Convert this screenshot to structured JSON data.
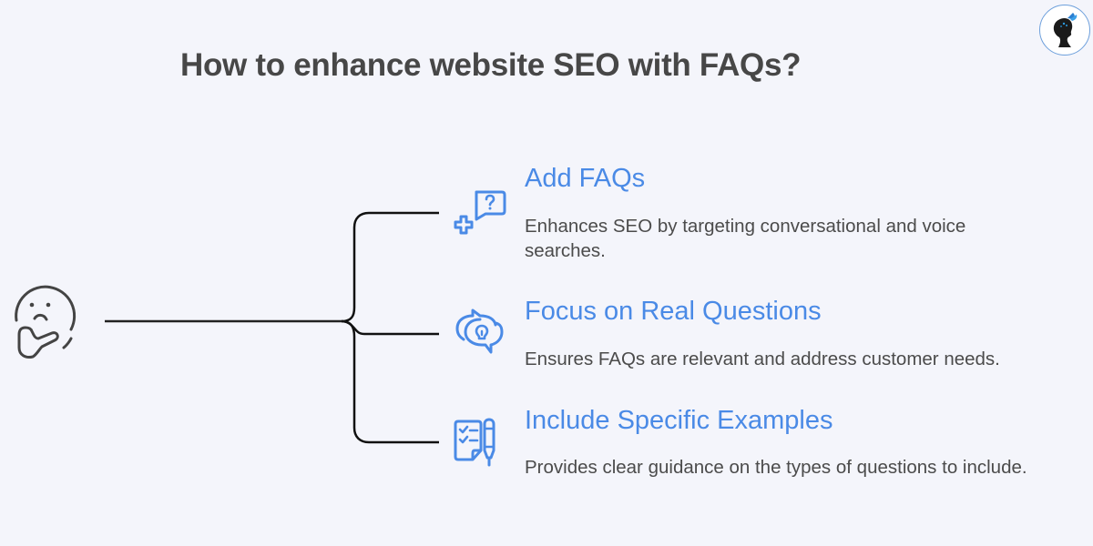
{
  "title": "How to enhance website SEO with FAQs?",
  "root": {
    "icon": "thinking-face-icon"
  },
  "items": [
    {
      "title": "Add FAQs",
      "description": "Enhances SEO by targeting conversational and voice searches.",
      "icon": "question-bubble-plus-icon"
    },
    {
      "title": "Focus on Real Questions",
      "description": "Ensures FAQs are relevant and address customer needs.",
      "icon": "chat-bubbles-lightbulb-icon"
    },
    {
      "title": "Include Specific Examples",
      "description": "Provides clear guidance on the types of questions to include.",
      "icon": "checklist-pen-icon"
    }
  ],
  "colors": {
    "background": "#f4f5fb",
    "title": "#474747",
    "accent": "#4a8ae6",
    "body_text": "#4b4b4b",
    "connector": "#111111"
  },
  "logo": {
    "icon": "woman-silhouette-butterfly-logo"
  }
}
